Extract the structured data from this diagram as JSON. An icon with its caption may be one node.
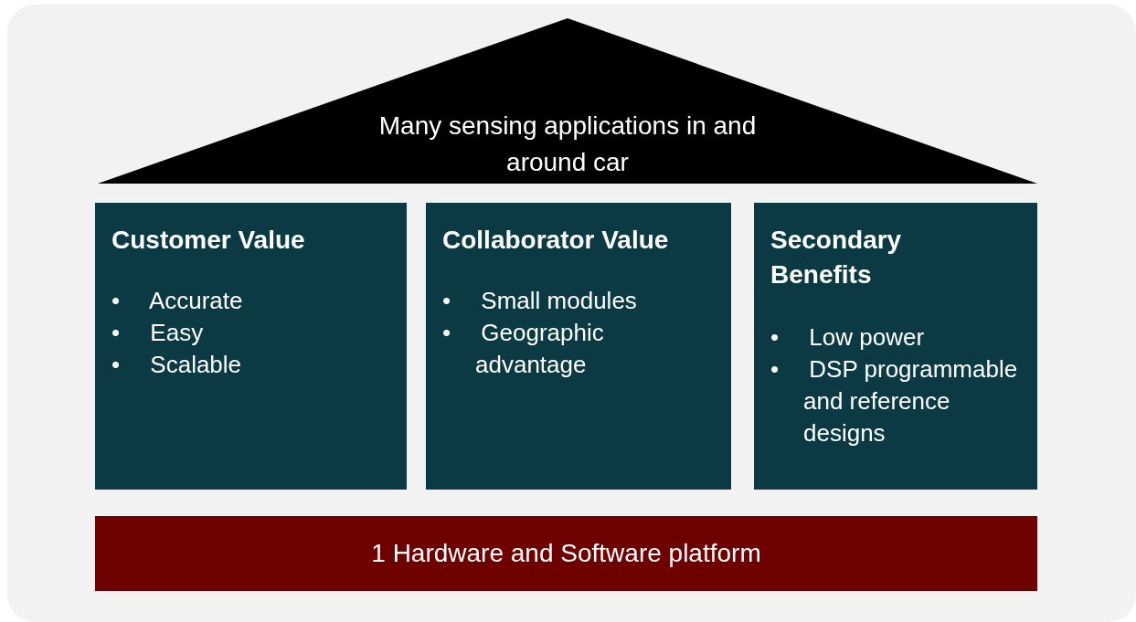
{
  "diagram": {
    "nodes": [
      {
        "text": [
          "Many sensing applications in and around car"
        ]
      },
      {
        "text": [
          "Customer Value",
          "• Accurate",
          "• Easy",
          "• Scalable"
        ]
      },
      {
        "text": [
          "Collaborator Value",
          "• Small modules",
          "• Geographic advantage"
        ]
      },
      {
        "text": [
          "Secondary Benefits",
          "• Low power",
          "• DSP programmable and reference designs"
        ]
      },
      {
        "text": [
          "1 Hardware and Software platform"
        ]
      }
    ],
    "edges": []
  }
}
